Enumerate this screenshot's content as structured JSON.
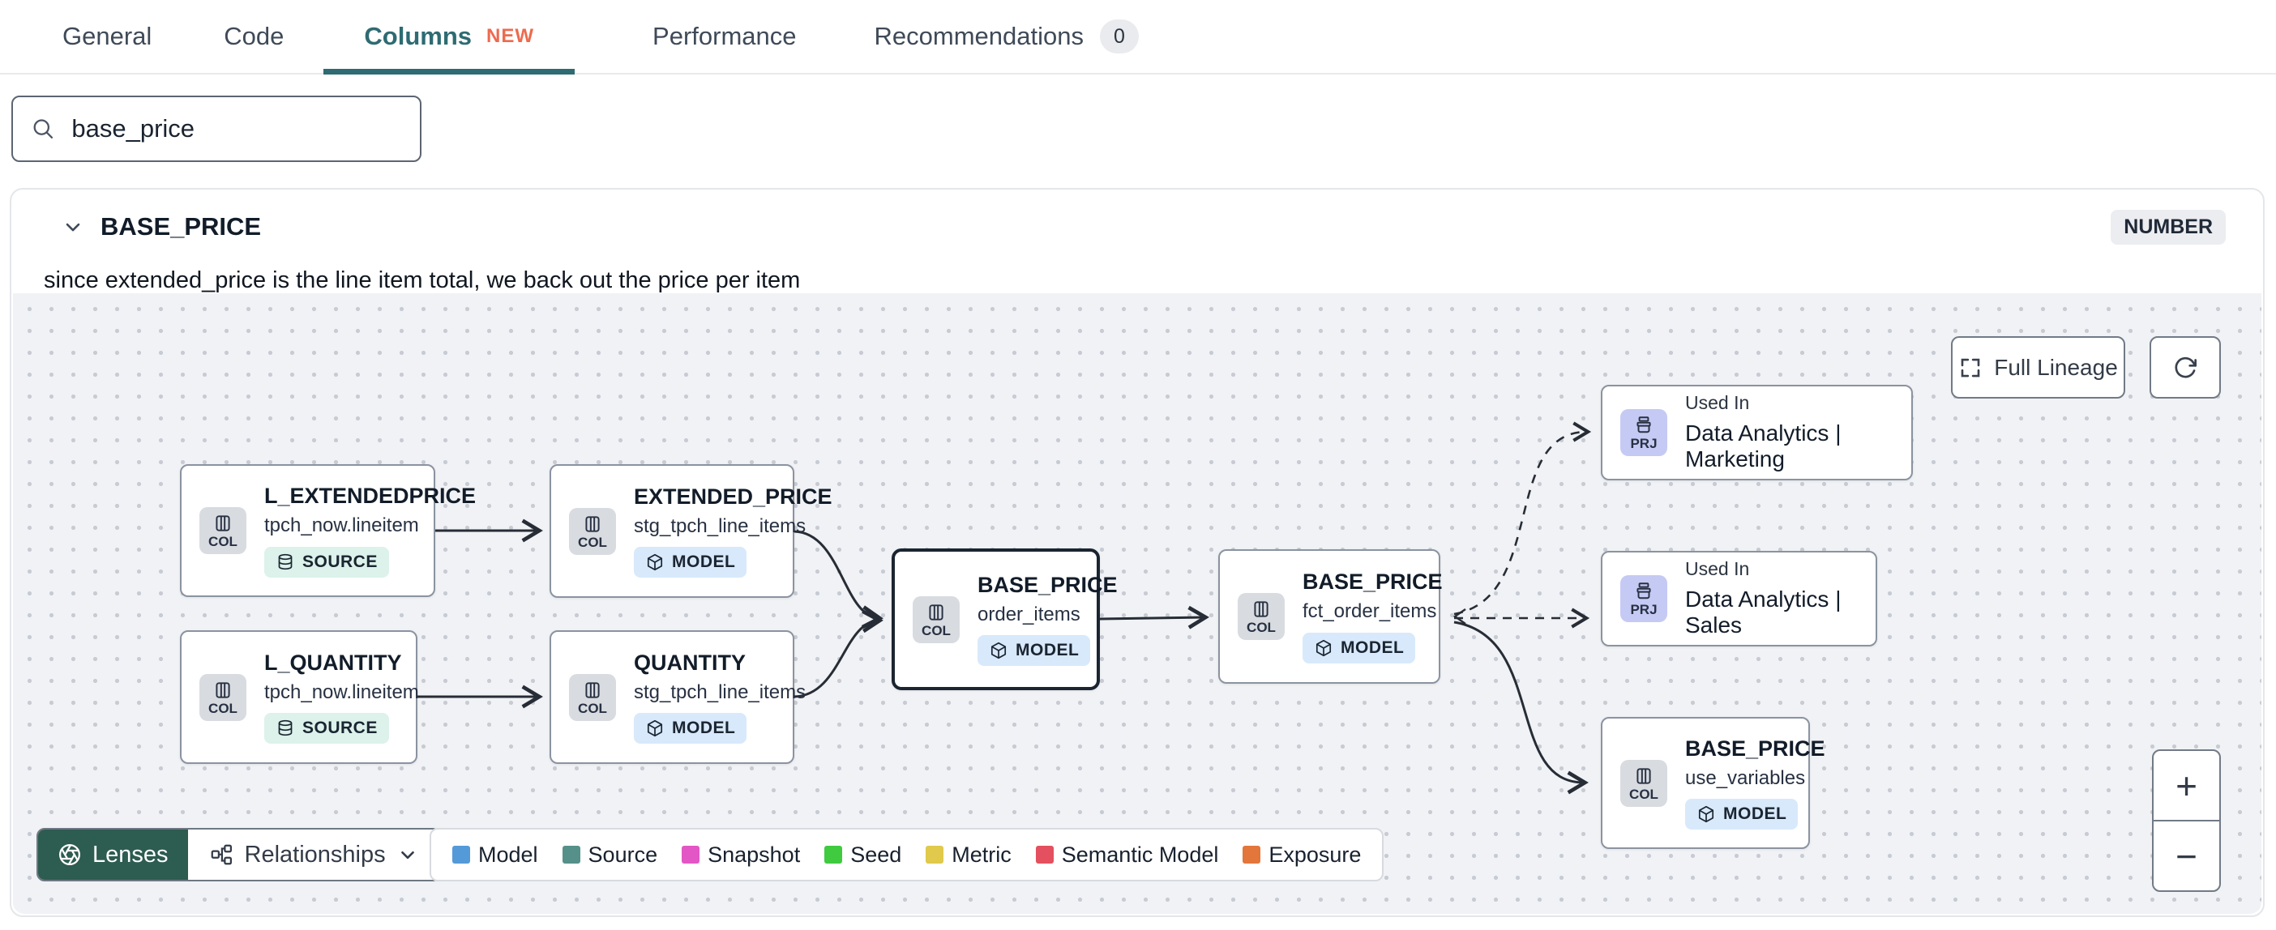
{
  "tabs": {
    "items": [
      {
        "label": "General"
      },
      {
        "label": "Code"
      },
      {
        "label": "Columns",
        "badge": "NEW",
        "active": true
      },
      {
        "label": "Performance"
      },
      {
        "label": "Recommendations",
        "count": "0"
      }
    ]
  },
  "search": {
    "value": "base_price"
  },
  "column_panel": {
    "title": "BASE_PRICE",
    "type_badge": "NUMBER",
    "description": "since extended_price is the line item total, we back out the price per item"
  },
  "lineage": {
    "controls": {
      "full_lineage": "Full Lineage",
      "zoom_in": "+",
      "zoom_out": "−"
    },
    "nodes": [
      {
        "chip": "COL",
        "title": "L_EXTENDEDPRICE",
        "subtitle": "tpch_now.lineitem",
        "badge": "SOURCE"
      },
      {
        "chip": "COL",
        "title": "EXTENDED_PRICE",
        "subtitle": "stg_tpch_line_items",
        "badge": "MODEL"
      },
      {
        "chip": "COL",
        "title": "L_QUANTITY",
        "subtitle": "tpch_now.lineitem",
        "badge": "SOURCE"
      },
      {
        "chip": "COL",
        "title": "QUANTITY",
        "subtitle": "stg_tpch_line_items",
        "badge": "MODEL"
      },
      {
        "chip": "COL",
        "title": "BASE_PRICE",
        "subtitle": "order_items",
        "badge": "MODEL",
        "selected": true
      },
      {
        "chip": "COL",
        "title": "BASE_PRICE",
        "subtitle": "fct_order_items",
        "badge": "MODEL"
      },
      {
        "chip": "PRJ",
        "kicker": "Used In",
        "title": "Data Analytics | Marketing"
      },
      {
        "chip": "PRJ",
        "kicker": "Used In",
        "title": "Data Analytics | Sales"
      },
      {
        "chip": "COL",
        "title": "BASE_PRICE",
        "subtitle": "use_variables",
        "badge": "MODEL"
      }
    ],
    "footer": {
      "lenses": "Lenses",
      "relationships": "Relationships"
    },
    "legend": [
      {
        "label": "Model",
        "color": "#549ad8"
      },
      {
        "label": "Source",
        "color": "#55918a"
      },
      {
        "label": "Snapshot",
        "color": "#e356c5"
      },
      {
        "label": "Seed",
        "color": "#3fca3f"
      },
      {
        "label": "Metric",
        "color": "#e0c94b"
      },
      {
        "label": "Semantic Model",
        "color": "#e4505f"
      },
      {
        "label": "Exposure",
        "color": "#e2763b"
      }
    ]
  }
}
